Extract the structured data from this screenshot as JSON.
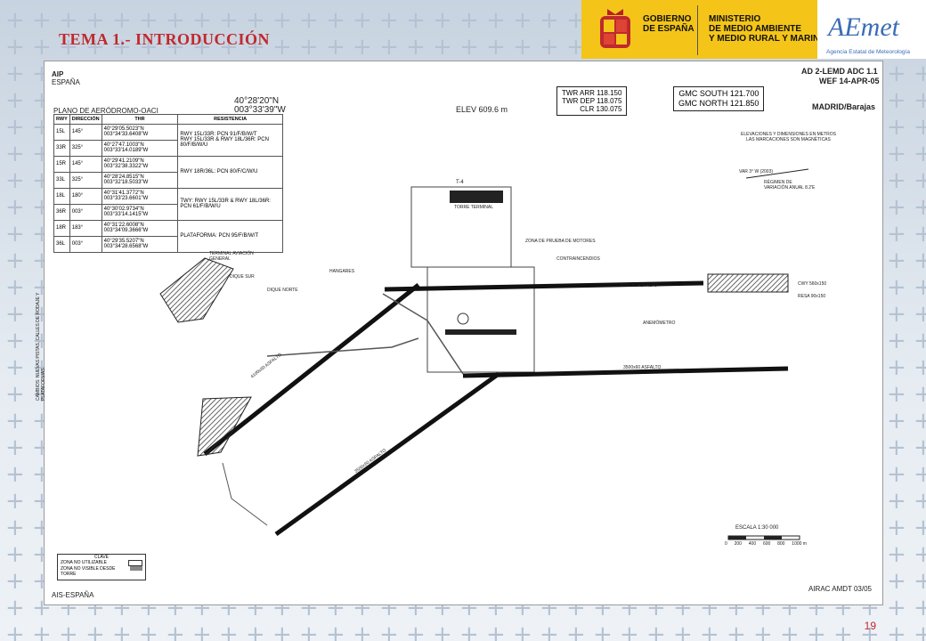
{
  "slide": {
    "title": "TEMA 1.- INTRODUCCIÓN",
    "page_number": "19"
  },
  "header": {
    "gov_line": "GOBIERNO\nDE ESPAÑA",
    "ministry_line": "MINISTERIO\nDE MEDIO AMBIENTE\nY MEDIO RURAL Y MARINO",
    "agency_logo": "AEmet",
    "agency_name": "Agencia Estatal de Meteorología"
  },
  "chart": {
    "aip": "AIP",
    "country": "ESPAÑA",
    "doc_id": "AD 2-LEMD ADC 1.1",
    "wef": "WEF 14-APR-05",
    "chart_title": "PLANO DE AERÓDROMO-OACI",
    "lat": "40°28'20\"N",
    "lon": "003°33'39\"W",
    "elev": "ELEV 609.6 m",
    "twr": [
      "TWR ARR 118.150",
      "TWR DEP 118.075",
      "CLR 130.075"
    ],
    "gmc": [
      "GMC SOUTH 121.700",
      "GMC NORTH 121.850"
    ],
    "location": "MADRID/Barajas",
    "notes": "ELEVACIONES Y DIMENSIONES EN METROS\nLAS MARCACIONES SON MAGNÉTICAS",
    "var": "VAR 3° W (2003)",
    "var_note": "RÉGIMEN DE VARIACIÓN ANUAL 8.2'E",
    "table_headers": [
      "RWY",
      "DIRECCIÓN",
      "THR",
      "RESISTENCIA"
    ],
    "table_rows": [
      [
        "15L",
        "145°",
        "40°29'05.5023\"N 003°34'33.6408\"W"
      ],
      [
        "33R",
        "325°",
        "40°27'47.1003\"N 003°33'14.0189\"W"
      ],
      [
        "15R",
        "145°",
        "40°29'41.2109\"N 003°32'38.3322\"W"
      ],
      [
        "33L",
        "325°",
        "40°28'24.8515\"N 003°32'18.5033\"W"
      ],
      [
        "18L",
        "180°",
        "40°31'41.3772\"N 003°33'23.6601\"W"
      ],
      [
        "36R",
        "003°",
        "40°30'02.9734\"N 003°33'14.1415\"W"
      ],
      [
        "18R",
        "183°",
        "40°31'22.6008\"N 003°34'09.3666\"W"
      ],
      [
        "36L",
        "003°",
        "40°29'35.5207\"N 003°34'28.6568\"W"
      ]
    ],
    "resistance": [
      "RWY 15L/33R: PCN 91/F/B/W/T",
      "RWY 15L/33R & RWY 18L/36R: PCN 80/F/B/W/U",
      "RWY 18R/36L: PCN 80/F/C/W/U",
      "TWY: RWY 15L/33R & RWY 18L/36R: PCN 61/F/B/W/U",
      "PLATAFORMA: PCN 95/F/B/W/T"
    ],
    "labels": {
      "terminal": "TERMINAL AVIACIÓN GENERAL",
      "t4": "T-4",
      "torre": "TORRE TERMINAL",
      "zona_pruebas": "ZONA DE PRUEBA DE MOTORES",
      "contraincendios": "CONTRAINCENDIOS",
      "hangares": "HANGARES",
      "dique_sur": "DIQUE SUR",
      "dique_norte": "DIQUE NORTE",
      "rwy36l_asfalto": "4350x60 ASFALTO",
      "rwy36r_asfalto": "3500x60 ASFALTO",
      "rwy15l_asfalto": "4100x60 ASFALTO",
      "rwy15r_asfalto": "3500x60 ASFALTO",
      "anemometro": "ANEMÓMETRO",
      "cwy": "CWY 560x150",
      "resa": "RESA 90x150",
      "escala": "ESCALA 1:30 000",
      "escala_ticks": [
        "0",
        "200",
        "400",
        "600",
        "800",
        "1000 m"
      ],
      "legend_title": "CLAVE",
      "legend_1": "ZONA NO UTILIZABLE",
      "legend_2": "ZONA NO VISIBLE DESDE TORRE",
      "side_note": "CAMBIOS: NUEVAS PISTAS, CALLES DE RODAJE Y PLATAFORMAS.",
      "ais": "AIS-ESPAÑA",
      "airac": "AIRAC AMDT 03/05"
    }
  }
}
